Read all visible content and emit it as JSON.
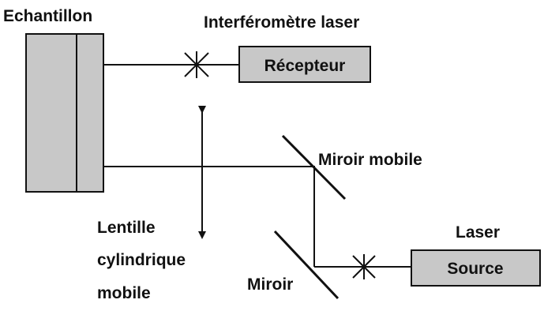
{
  "labels": {
    "sample": "Echantillon",
    "interferometer": "Interféromètre laser",
    "receiver": "Récepteur",
    "moving_mirror": "Miroir mobile",
    "lens_line1": "Lentille",
    "lens_line2": "cylindrique",
    "lens_line3": "mobile",
    "mirror": "Miroir",
    "laser": "Laser",
    "source": "Source"
  },
  "colors": {
    "component_fill": "#c8c8c8",
    "line": "#111111",
    "background": "#ffffff"
  }
}
